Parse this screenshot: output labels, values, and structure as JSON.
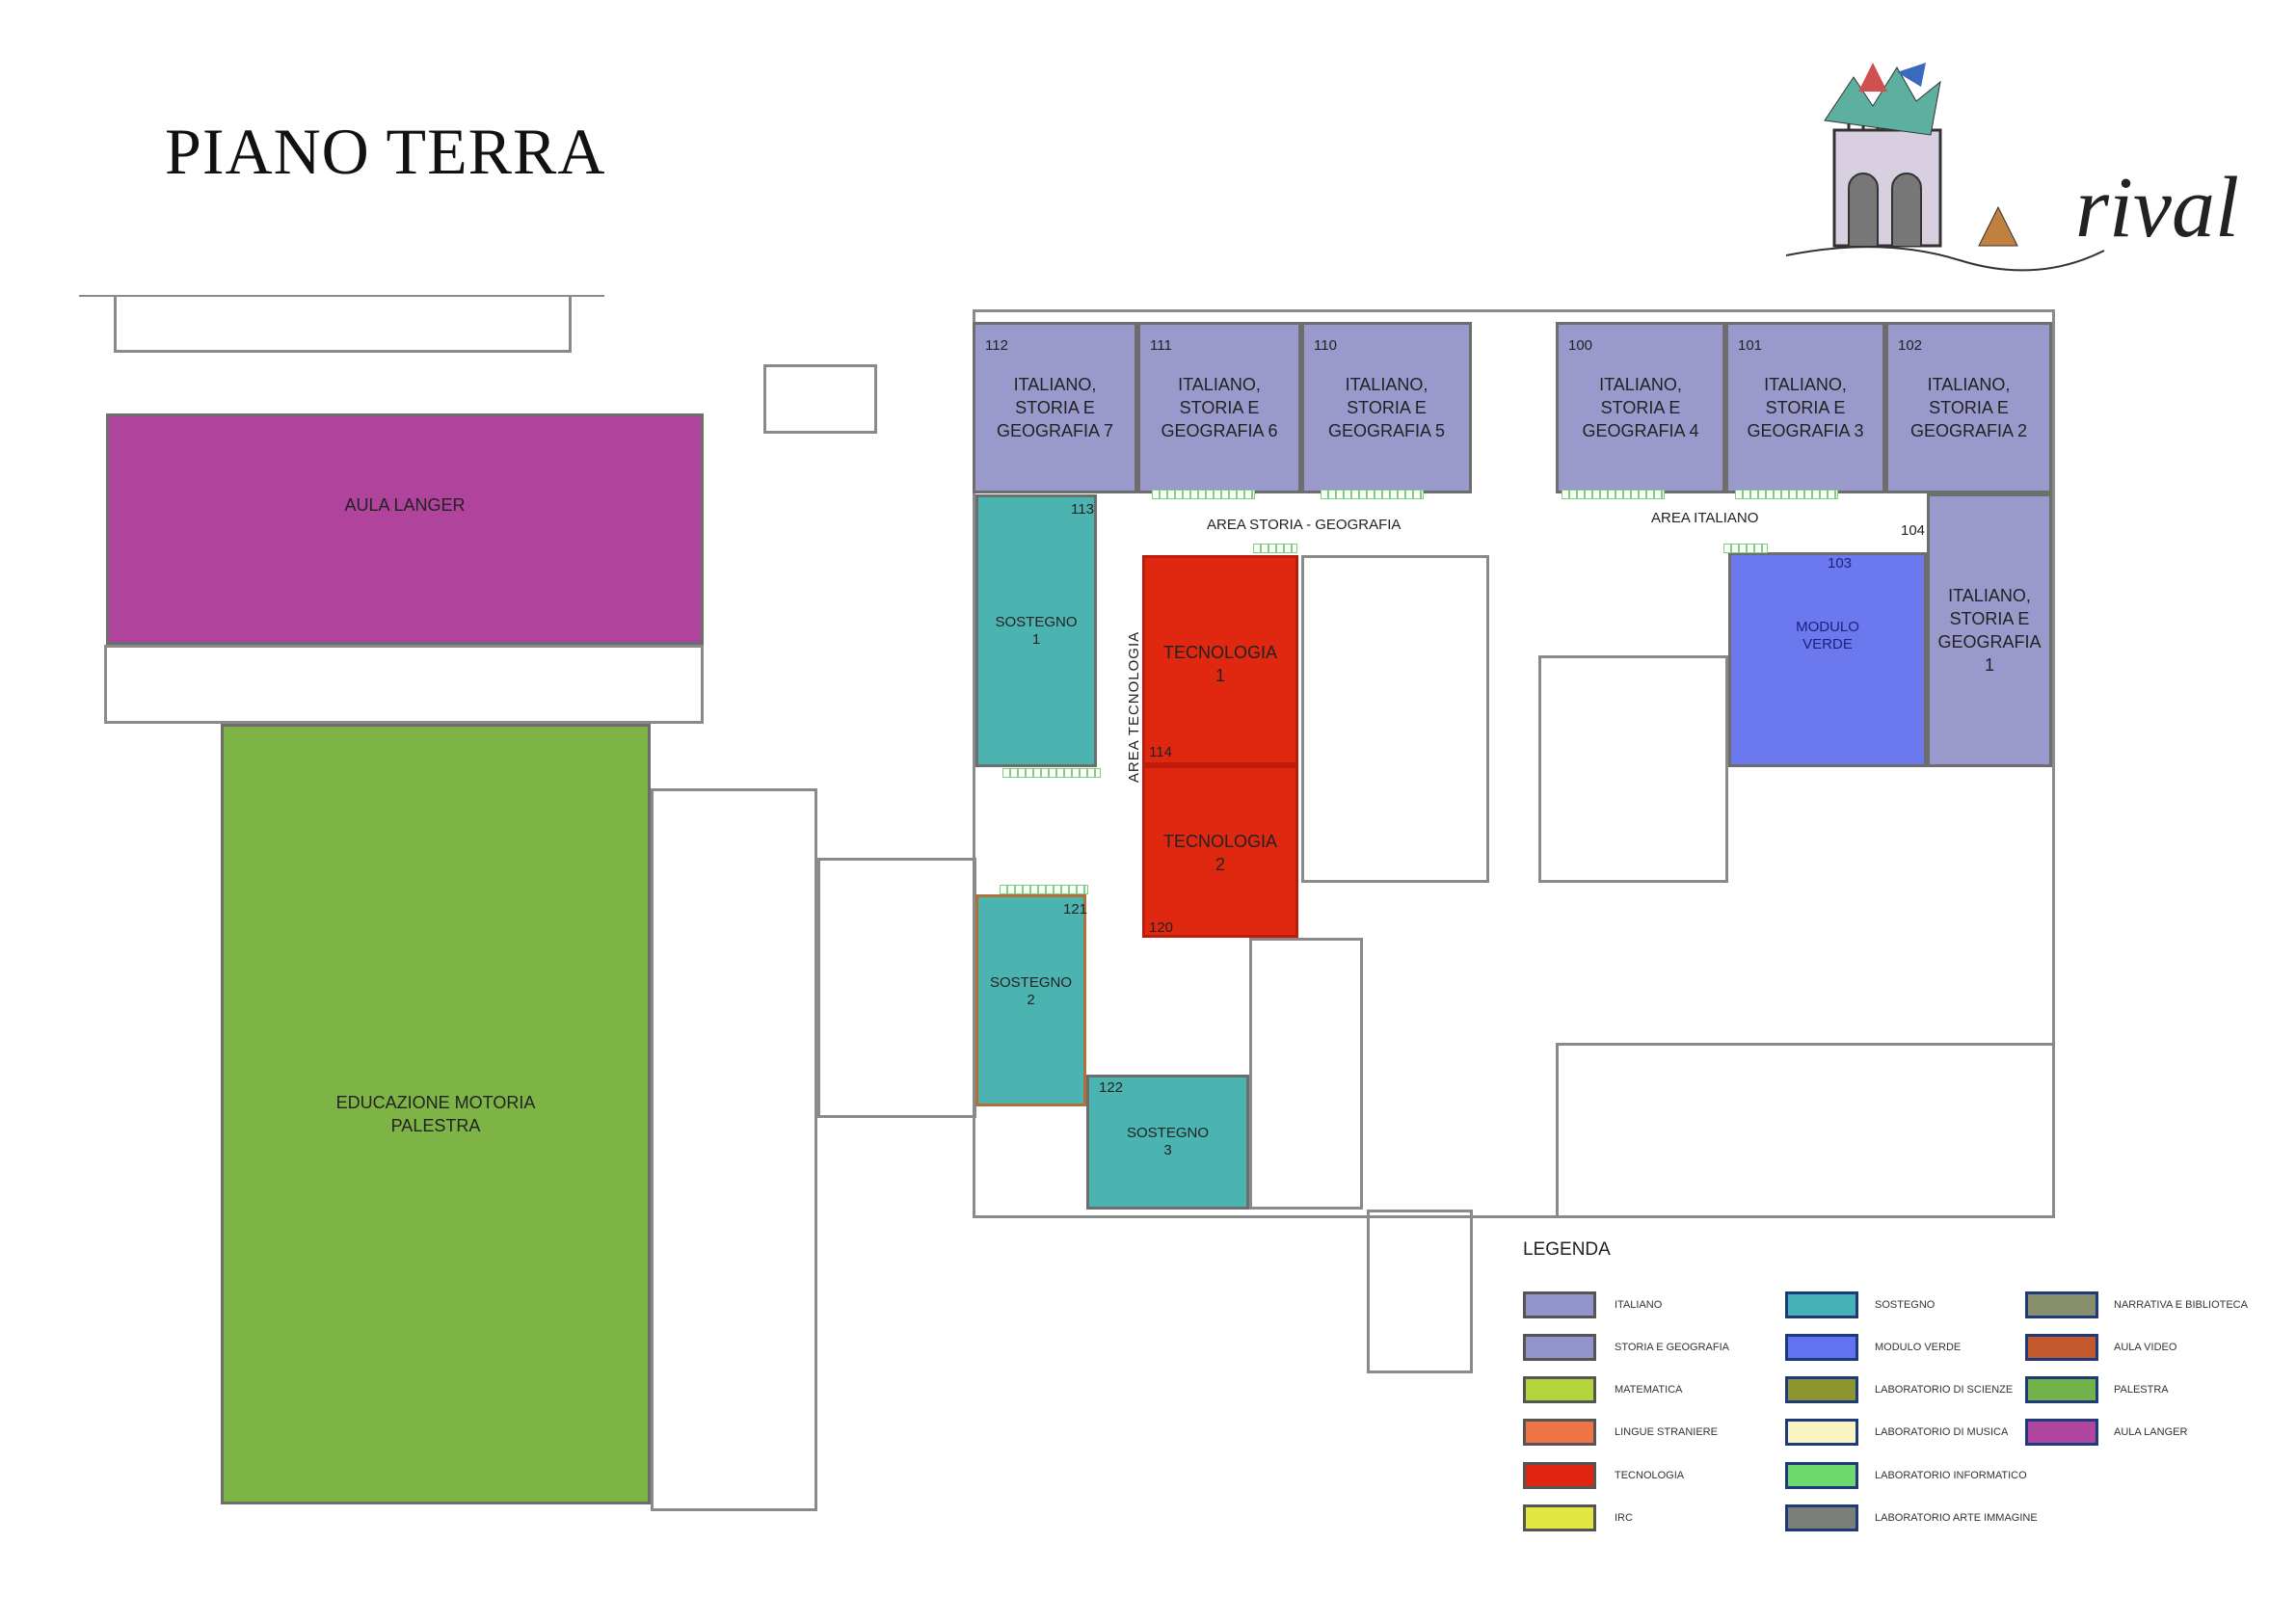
{
  "title": "PIANO TERRA",
  "logo": {
    "text": "rival"
  },
  "rooms": {
    "langer": {
      "label": "AULA LANGER",
      "color": "#b0449c"
    },
    "palestra": {
      "label": "EDUCAZIONE MOTORIA\nPALESTRA",
      "color": "#7db445"
    },
    "r112": {
      "num": "112",
      "label": "ITALIANO,\nSTORIA E\nGEOGRAFIA 7",
      "color": "#9a99cc"
    },
    "r111": {
      "num": "111",
      "label": "ITALIANO,\nSTORIA E\nGEOGRAFIA 6",
      "color": "#9a99cc"
    },
    "r110": {
      "num": "110",
      "label": "ITALIANO,\nSTORIA E\nGEOGRAFIA 5",
      "color": "#9a99cc"
    },
    "r100": {
      "num": "100",
      "label": "ITALIANO,\nSTORIA E\nGEOGRAFIA 4",
      "color": "#9a99cc"
    },
    "r101": {
      "num": "101",
      "label": "ITALIANO,\nSTORIA E\nGEOGRAFIA 3",
      "color": "#9a99cc"
    },
    "r102": {
      "num": "102",
      "label": "ITALIANO,\nSTORIA E\nGEOGRAFIA 2",
      "color": "#9a99cc"
    },
    "r104": {
      "num": "104",
      "label": "ITALIANO,\nSTORIA E\nGEOGRAFIA\n1",
      "color": "#9a99cc"
    },
    "r103": {
      "num": "103",
      "label": "MODULO\nVERDE",
      "color": "#6b78ee"
    },
    "sost1": {
      "num": "113",
      "label": "SOSTEGNO\n1",
      "color": "#4bb3b0"
    },
    "tec1": {
      "num": "114",
      "label": "TECNOLOGIA\n1",
      "color": "#e0270f"
    },
    "tec2": {
      "num": "120",
      "label": "TECNOLOGIA\n2",
      "color": "#e0270f"
    },
    "sost2": {
      "num": "121",
      "label": "SOSTEGNO\n2",
      "color": "#4bb3b0"
    },
    "sost3": {
      "num": "122",
      "label": "SOSTEGNO\n3",
      "color": "#4bb3b0"
    }
  },
  "areas": {
    "storia": "AREA STORIA - GEOGRAFIA",
    "italiano": "AREA ITALIANO",
    "tecnologia": "AREA TECNOLOGIA"
  },
  "legend": {
    "title": "LEGENDA",
    "items": [
      {
        "label": "ITALIANO",
        "color": "#9494cc"
      },
      {
        "label": "STORIA E GEOGRAFIA",
        "color": "#9494cc"
      },
      {
        "label": "MATEMATICA",
        "color": "#b4d43c"
      },
      {
        "label": "LINGUE STRANIERE",
        "color": "#ef7445"
      },
      {
        "label": "TECNOLOGIA",
        "color": "#e0240f"
      },
      {
        "label": "IRC",
        "color": "#e2e840"
      },
      {
        "label": "SOSTEGNO",
        "color": "#45b2b8"
      },
      {
        "label": "MODULO VERDE",
        "color": "#6273f0"
      },
      {
        "label": "LABORATORIO DI SCIENZE",
        "color": "#8c9530"
      },
      {
        "label": "LABORATORIO DI MUSICA",
        "color": "#faf5c0"
      },
      {
        "label": "LABORATORIO INFORMATICO",
        "color": "#6cd86e"
      },
      {
        "label": "LABORATORIO ARTE IMMAGINE",
        "color": "#7a7e78"
      },
      {
        "label": "NARRATIVA E BIBLIOTECA",
        "color": "#868e6c"
      },
      {
        "label": "AULA VIDEO",
        "color": "#c2582c"
      },
      {
        "label": "PALESTRA",
        "color": "#72b24a"
      },
      {
        "label": "AULA LANGER",
        "color": "#b045a0"
      }
    ]
  }
}
